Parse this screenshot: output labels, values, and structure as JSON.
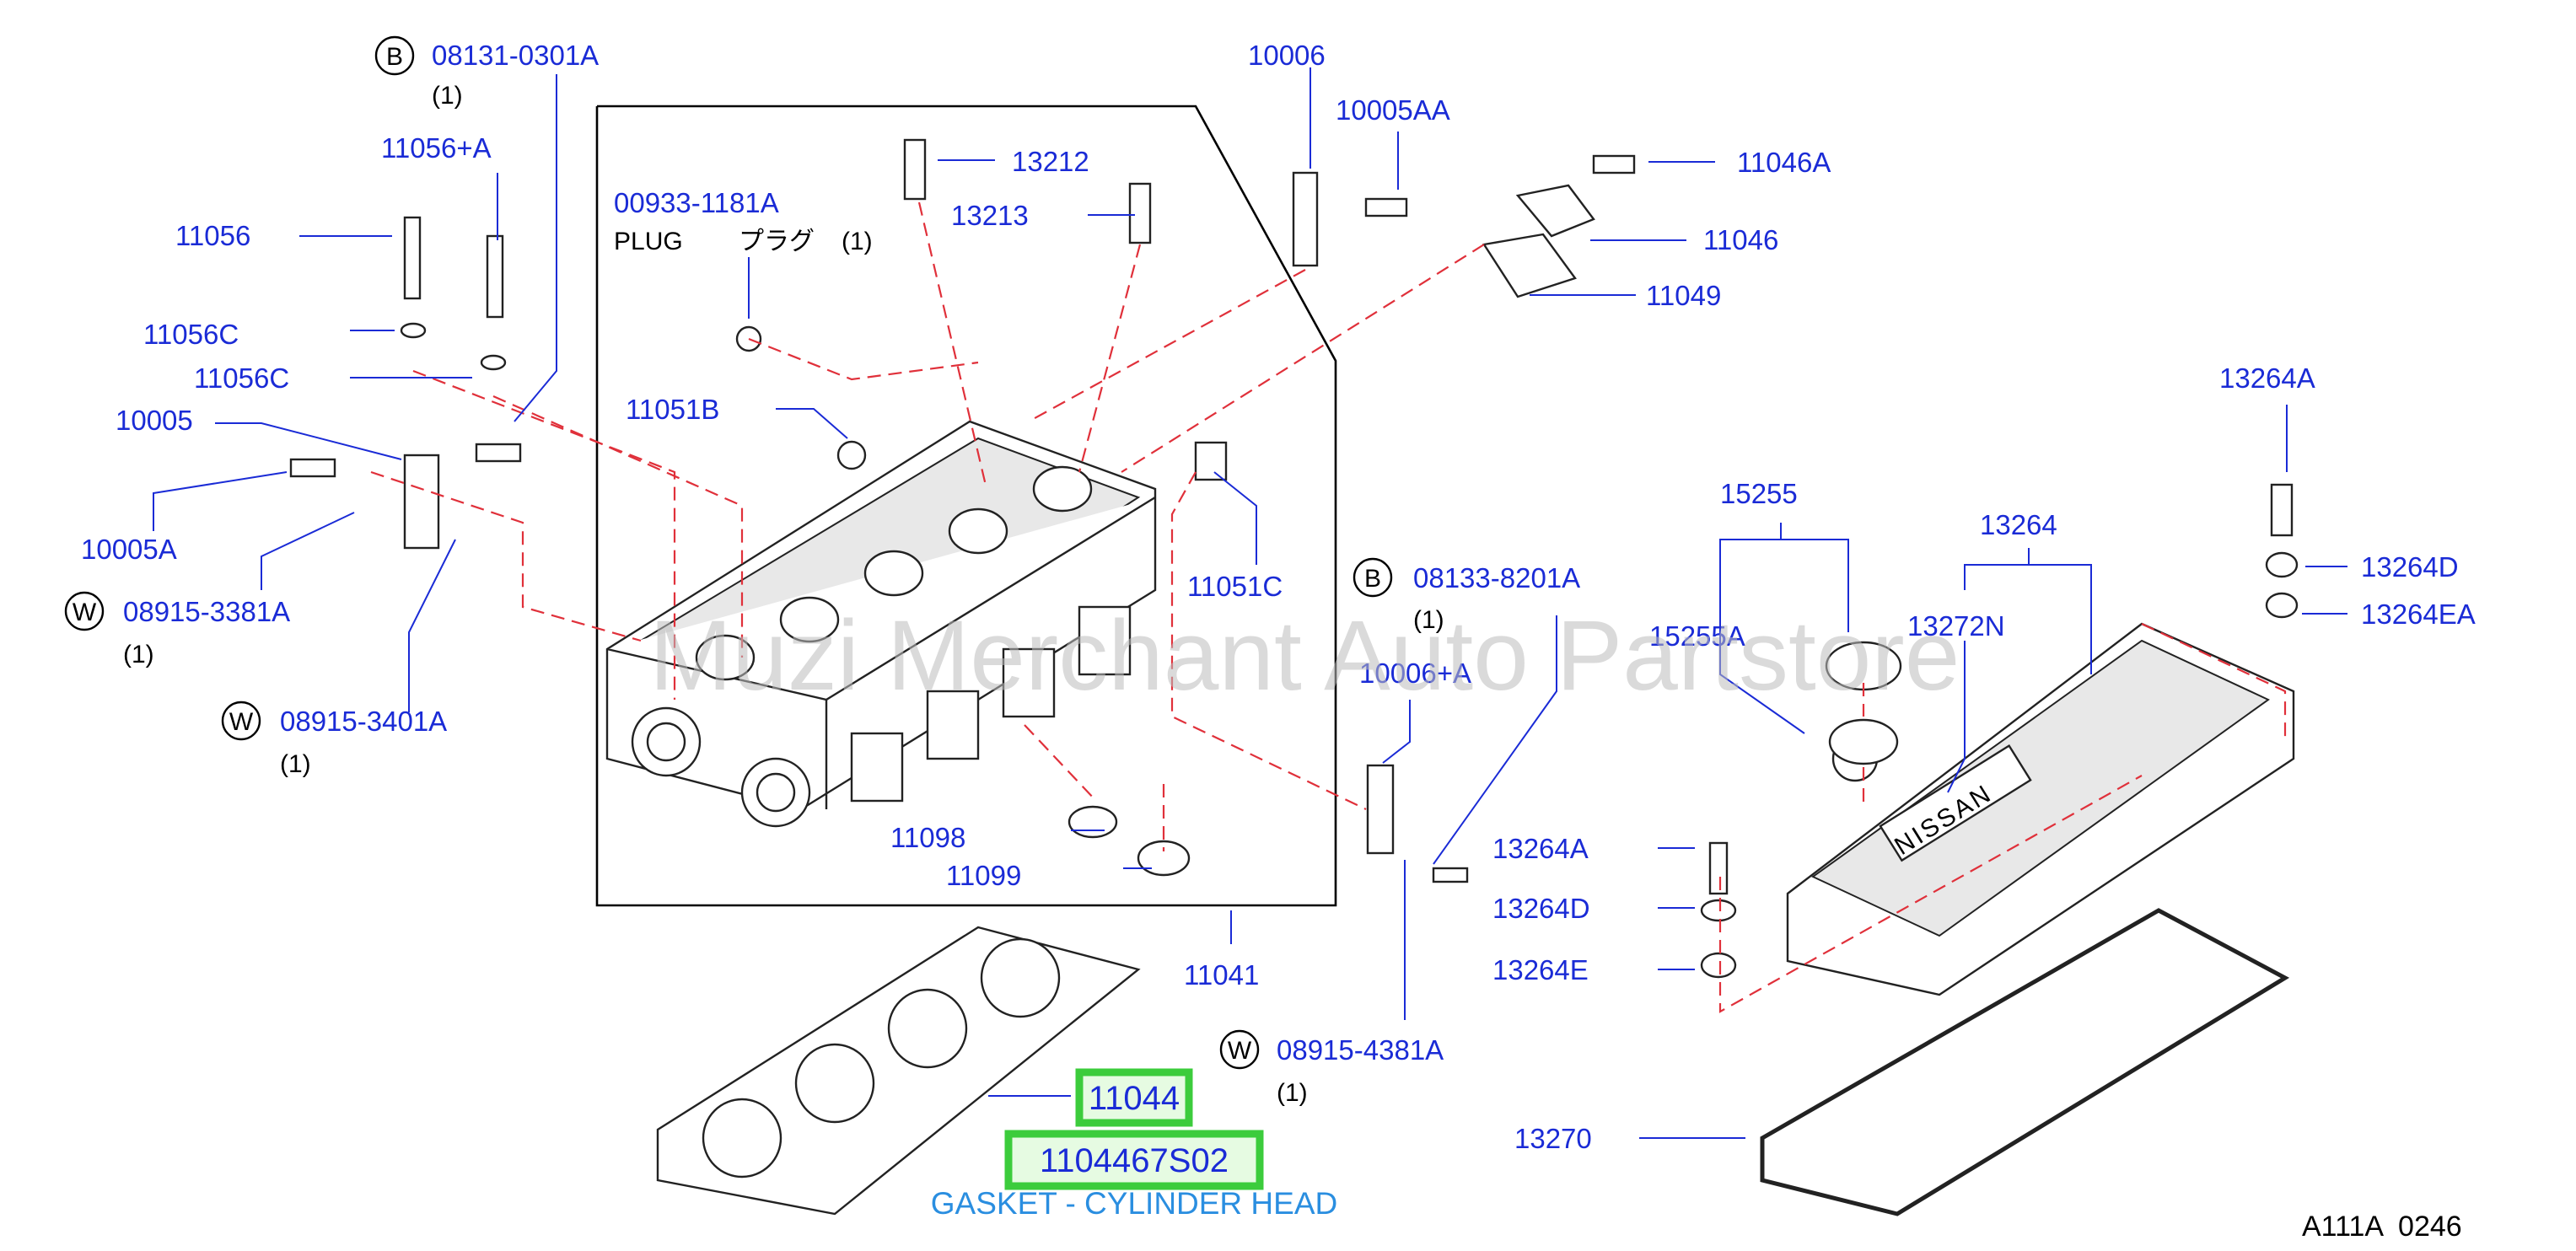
{
  "labels": {
    "p_08131_0301A": "08131-0301A",
    "q_08131_0301A": "(1)",
    "p_11056A": "11056+A",
    "p_11056": "11056",
    "p_11056C_1": "11056C",
    "p_11056C_2": "11056C",
    "p_10005": "10005",
    "p_10005A": "10005A",
    "p_08915_3381A": "08915-3381A",
    "q_08915_3381A": "(1)",
    "p_08915_3401A": "08915-3401A",
    "q_08915_3401A": "(1)",
    "p_00933_1181A": "00933-1181A",
    "plug_en": "PLUG",
    "plug_jp": "プラグ",
    "q_plug": "(1)",
    "p_13212": "13212",
    "p_13213": "13213",
    "p_11051B": "11051B",
    "p_10006": "10006",
    "p_10005AA": "10005AA",
    "p_11046A": "11046A",
    "p_11046": "11046",
    "p_11049": "11049",
    "p_11051C": "11051C",
    "p_08133_8201A": "08133-8201A",
    "q_08133_8201A": "(1)",
    "p_10006A": "10006+A",
    "p_11098": "11098",
    "p_11099": "11099",
    "p_11041": "11041",
    "p_08915_4381A": "08915-4381A",
    "q_08915_4381A": "(1)",
    "p_13264A_top": "13264A",
    "p_15255": "15255",
    "p_13264": "13264",
    "p_13264D_r": "13264D",
    "p_13264EA": "13264EA",
    "p_15255A": "15255A",
    "p_13272N": "13272N",
    "p_13264A_l": "13264A",
    "p_13264D_l": "13264D",
    "p_13264E": "13264E",
    "p_13270": "13270"
  },
  "circle_markers": {
    "b1": "B",
    "w1": "W",
    "w2": "W",
    "b2": "B",
    "w3": "W"
  },
  "watermark": "Muzi Merchant Auto Partstore",
  "highlight": {
    "part_number": "11044",
    "full_part_number": "1104467S02",
    "description": "GASKET - CYLINDER HEAD"
  },
  "embossed_text": "NISSAN",
  "diagram_code": "A111A  0246",
  "colors": {
    "label_blue": "#1a2bd6",
    "dash_red": "#e0303a",
    "highlight_green": "#3ccc3c",
    "description_blue": "#2a8ee0"
  }
}
